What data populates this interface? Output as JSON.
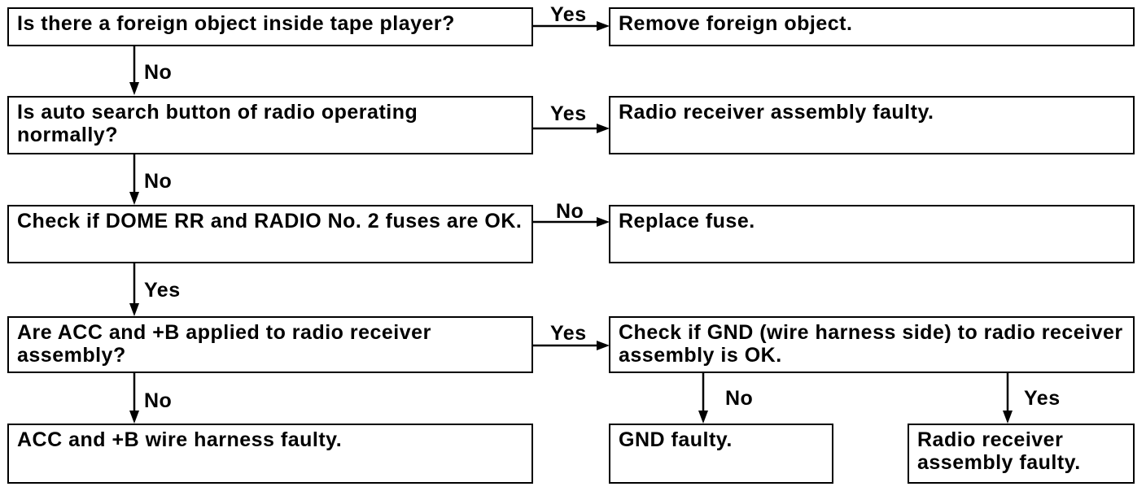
{
  "boxes": {
    "q1": "Is there a foreign object inside tape player?",
    "r1": "Remove foreign object.",
    "q2": "Is auto search button of radio operating normally?",
    "r2": "Radio receiver assembly faulty.",
    "q3": "Check if DOME RR and RADIO No. 2 fuses are OK.",
    "r3": "Replace fuse.",
    "q4": "Are ACC and +B applied to radio receiver assembly?",
    "q5": "Check if GND (wire harness side) to radio receiver assembly is OK.",
    "r4": "ACC and +B wire harness faulty.",
    "r5": "GND faulty.",
    "r6": "Radio receiver assembly faulty."
  },
  "labels": {
    "q1_yes": "Yes",
    "q1_no": "No",
    "q2_yes": "Yes",
    "q2_no": "No",
    "q3_no": "No",
    "q3_yes": "Yes",
    "q4_yes": "Yes",
    "q4_no": "No",
    "q5_no": "No",
    "q5_yes": "Yes"
  }
}
